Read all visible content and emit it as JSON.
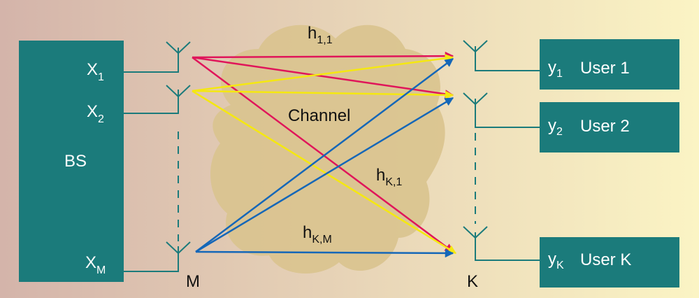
{
  "colors": {
    "background_left": "#d4b4aa",
    "background_right": "#fbf4c4",
    "cloud": "#d9c38e",
    "box": "#1b7b7b",
    "red_link": "#e0155a",
    "yellow_link": "#f5e810",
    "blue_link": "#1567b8"
  },
  "base_station": {
    "label": "BS",
    "inputs": [
      {
        "sym": "X",
        "sub": "1"
      },
      {
        "sym": "X",
        "sub": "2"
      },
      {
        "sym": "X",
        "sub": "M"
      }
    ]
  },
  "channel": {
    "label": "Channel",
    "gains": [
      {
        "sym": "h",
        "sub": "1,1"
      },
      {
        "sym": "h",
        "sub": "K,1"
      },
      {
        "sym": "h",
        "sub": "K,M"
      }
    ]
  },
  "bs_array_label": "M",
  "user_array_label": "K",
  "users": [
    {
      "sym": "y",
      "sub": "1",
      "label": "User 1"
    },
    {
      "sym": "y",
      "sub": "2",
      "label": "User 2"
    },
    {
      "sym": "y",
      "sub": "K",
      "label": "User K"
    }
  ]
}
